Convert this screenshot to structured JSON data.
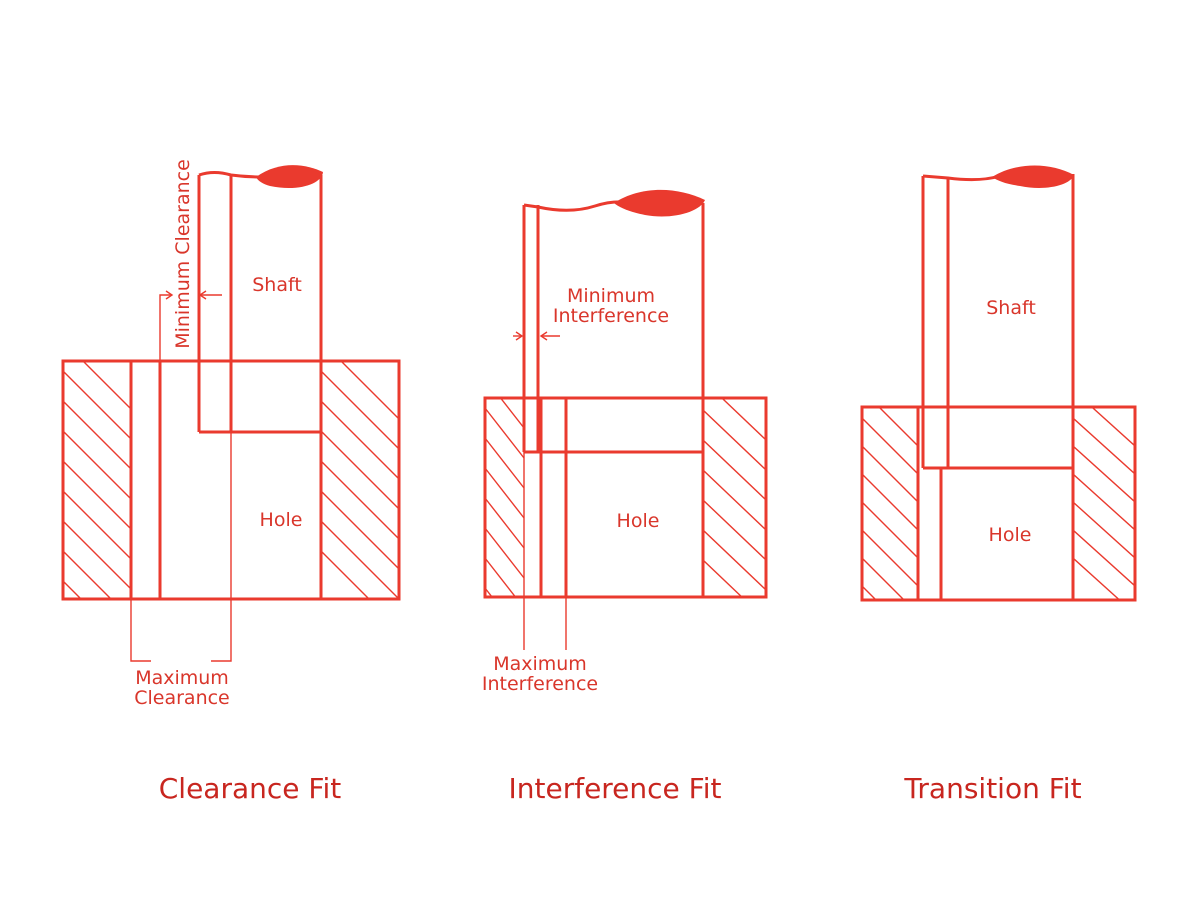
{
  "colors": {
    "stroke": "#ea3a2e",
    "text": "#d9362b",
    "caption": "#c8261f",
    "background": "#ffffff"
  },
  "diagrams": {
    "clearance": {
      "caption": "Clearance Fit",
      "shaft_label": "Shaft",
      "hole_label": "Hole",
      "min_label": "Minimum Clearance",
      "max_label_line1": "Maximum",
      "max_label_line2": "Clearance"
    },
    "interference": {
      "caption": "Interference Fit",
      "hole_label": "Hole",
      "min_label_line1": "Minimum",
      "min_label_line2": "Interference",
      "max_label_line1": "Maximum",
      "max_label_line2": "Interference"
    },
    "transition": {
      "caption": "Transition Fit",
      "shaft_label": "Shaft",
      "hole_label": "Hole"
    }
  }
}
